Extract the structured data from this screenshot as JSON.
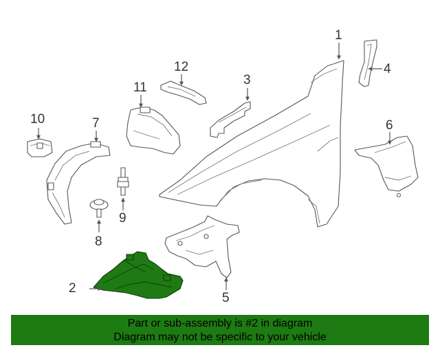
{
  "callouts": {
    "c1": "1",
    "c2": "2",
    "c3": "3",
    "c4": "4",
    "c5": "5",
    "c6": "6",
    "c7": "7",
    "c8": "8",
    "c9": "9",
    "c10": "10",
    "c11": "11",
    "c12": "12"
  },
  "banner": {
    "line1": "Part or sub-assembly is #2 in diagram",
    "line2": "Diagram may not be specific to your vehicle"
  },
  "colors": {
    "highlight": "#1f7a14",
    "banner_bg": "#1e7a12",
    "line": "#555555"
  }
}
